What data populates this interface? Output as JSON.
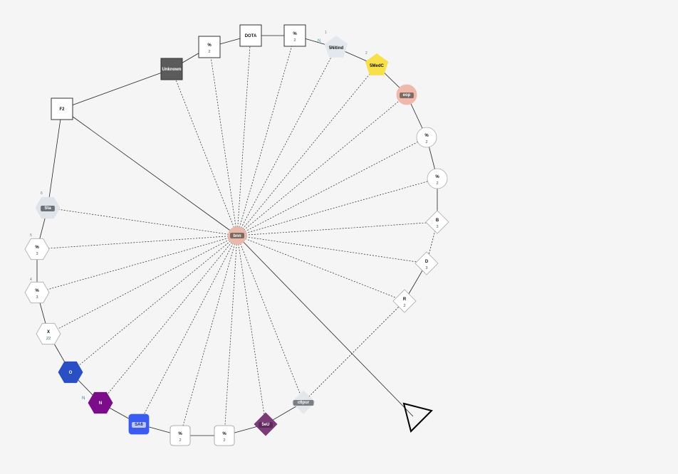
{
  "background": "#f5f5f5",
  "center": {
    "label": "bnn",
    "color": "#e9b8a8",
    "label_bg": "#7a6a64"
  },
  "nodes": [
    {
      "id": "n1",
      "label": "%",
      "sub": "2",
      "shape": "square",
      "fill": "#ffffff"
    },
    {
      "id": "n2",
      "label": "DOTA",
      "shape": "square",
      "fill": "#ffffff"
    },
    {
      "id": "n3",
      "label": "%",
      "sub": "2",
      "shape": "square",
      "fill": "#ffffff"
    },
    {
      "id": "n4",
      "label": "5Nitind",
      "shape": "pentagon",
      "fill": "#e3e8ef",
      "tag": "1"
    },
    {
      "id": "n5",
      "label": "5MedC",
      "shape": "pentagon",
      "fill": "#f7e04a",
      "tag": "2"
    },
    {
      "id": "n6",
      "label": "eop",
      "shape": "circle",
      "fill": "#efb8aa",
      "label_bg": "#7a6a64"
    },
    {
      "id": "n7",
      "label": "%",
      "sub": "2",
      "shape": "circle",
      "fill": "#ffffff"
    },
    {
      "id": "n8",
      "label": "%",
      "sub": "2",
      "shape": "circle",
      "fill": "#ffffff"
    },
    {
      "id": "n9",
      "label": "B",
      "sub": "3",
      "shape": "diamond",
      "fill": "#ffffff"
    },
    {
      "id": "n10",
      "label": "D",
      "sub": "3",
      "shape": "diamond",
      "fill": "#ffffff"
    },
    {
      "id": "n11",
      "label": "R",
      "sub": "2",
      "shape": "diamond",
      "fill": "#ffffff"
    },
    {
      "id": "n12",
      "label": "c6pur",
      "shape": "diamond",
      "fill": "#e3e6ea",
      "label_bg": "#7a7f86"
    },
    {
      "id": "n13",
      "label": "5eU",
      "shape": "diamond",
      "fill": "#7b3a78",
      "label_bg": "#5a2a58"
    },
    {
      "id": "n14",
      "label": "%",
      "sub": "2",
      "shape": "rounded",
      "fill": "#ffffff"
    },
    {
      "id": "n15",
      "label": "%",
      "sub": "2",
      "shape": "rounded",
      "fill": "#ffffff"
    },
    {
      "id": "n16",
      "label": "SA6",
      "shape": "rounded",
      "fill": "#3b5cf0",
      "label_bg": "#c0c8f8"
    },
    {
      "id": "n17",
      "label": "N",
      "shape": "hexagon",
      "fill": "#7b0d8a",
      "text_color": "#ffffff"
    },
    {
      "id": "n18",
      "label": "O",
      "shape": "hexagon",
      "fill": "#2a4fc4",
      "text_color": "#ffffff"
    },
    {
      "id": "n19",
      "label": "X",
      "sub": "22",
      "shape": "hexagon",
      "fill": "#ffffff"
    },
    {
      "id": "n20",
      "label": "%",
      "sub": "3",
      "shape": "hexagon",
      "fill": "#ffffff",
      "tag": "4"
    },
    {
      "id": "n21",
      "label": "%",
      "sub": "3",
      "shape": "hexagon",
      "fill": "#ffffff",
      "tag": "5"
    },
    {
      "id": "n22",
      "label": "Sta",
      "shape": "hexagon",
      "fill": "#dfe4ea",
      "label_bg": "#6b7078",
      "tag": "6"
    },
    {
      "id": "n23",
      "label": "F2",
      "shape": "square",
      "fill": "#ffffff"
    },
    {
      "id": "n24",
      "label": "Unknown",
      "shape": "square",
      "fill": "#5b5b5b",
      "text_color": "#ffffff"
    }
  ],
  "annotations": [
    {
      "id": "a1",
      "text": "N",
      "color": "#3a6fb0"
    },
    {
      "id": "a2",
      "text": "N",
      "color": "#3a9fb0"
    }
  ],
  "edges": {
    "solid_ring": [
      [
        "n1",
        "n2"
      ],
      [
        "n2",
        "n3"
      ],
      [
        "n3",
        "n4"
      ],
      [
        "n4",
        "n5"
      ],
      [
        "n5",
        "n6"
      ],
      [
        "n6",
        "n7"
      ],
      [
        "n7",
        "n8"
      ],
      [
        "n8",
        "n9"
      ],
      [
        "n10",
        "n11"
      ],
      [
        "n12",
        "n13"
      ],
      [
        "n13",
        "n15"
      ],
      [
        "n15",
        "n14"
      ],
      [
        "n14",
        "n16"
      ],
      [
        "n16",
        "n17"
      ],
      [
        "n17",
        "n18"
      ],
      [
        "n18",
        "n19"
      ],
      [
        "n19",
        "n20"
      ],
      [
        "n20",
        "n21"
      ],
      [
        "n21",
        "n22"
      ],
      [
        "n22",
        "n23"
      ],
      [
        "n23",
        "n24"
      ],
      [
        "n24",
        "n1"
      ]
    ],
    "dotted_ring": [
      [
        "n9",
        "n10"
      ],
      [
        "n11",
        "n12"
      ]
    ],
    "dotted_center": [
      "n1",
      "n2",
      "n3",
      "n4",
      "n5",
      "n6",
      "n7",
      "n8",
      "n9",
      "n10",
      "n11",
      "n12",
      "n13",
      "n14",
      "n15",
      "n16",
      "n17",
      "n18",
      "n19",
      "n20",
      "n21",
      "n22",
      "n24"
    ],
    "solid_center": [
      "n23",
      "triangle"
    ]
  }
}
